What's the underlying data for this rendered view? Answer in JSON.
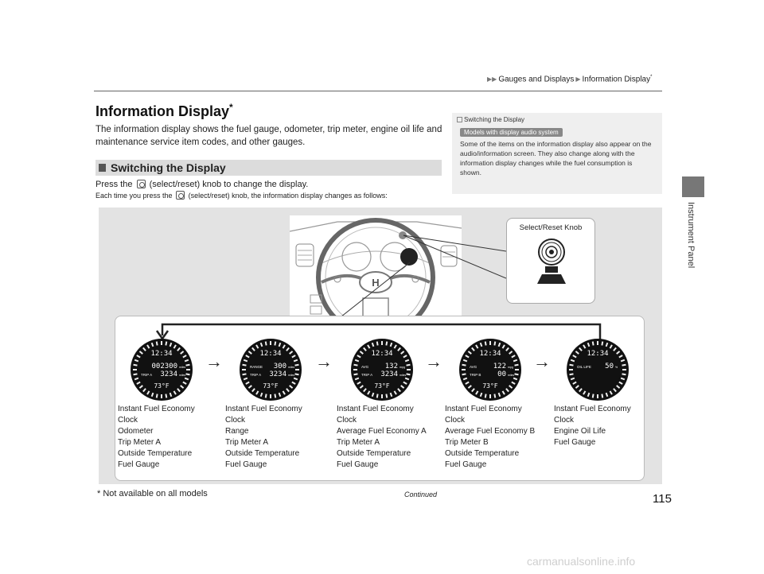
{
  "breadcrumb": {
    "part1": "Gauges and Displays",
    "part2": "Information Display",
    "mark": "*"
  },
  "side_tab": {
    "label": "Instrument Panel"
  },
  "title": {
    "text": "Information Display",
    "mark": "*"
  },
  "intro": "The information display shows the fuel gauge, odometer, trip meter, engine oil life and maintenance service item codes, and other gauges.",
  "section": {
    "heading": "Switching the Display"
  },
  "body": {
    "press_pre": "Press the",
    "press_post": "(select/reset) knob to change the display.",
    "each_pre": "Each time you press the",
    "each_post": "(select/reset) knob, the information display changes as follows:"
  },
  "sidebar": {
    "heading": "Switching the Display",
    "badge": "Models with display audio system",
    "note": "Some of the items on the information display also appear on the audio/information screen. They also change along with the information display changes while the fuel consumption is shown."
  },
  "illustration": {
    "callout_label": "Select/Reset Knob"
  },
  "gauges": [
    {
      "clock": "12:34",
      "line1_label": "",
      "line1_value": "002300",
      "unit1": "miles",
      "line2_label": "TRIP A",
      "line2_value": "3234",
      "unit2": "miles",
      "temp": "73°F"
    },
    {
      "clock": "12:34",
      "line1_label": "RANGE",
      "line1_value": "300",
      "unit1": "miles",
      "line2_label": "TRIP A",
      "line2_value": "3234",
      "unit2": "miles",
      "temp": "73°F"
    },
    {
      "clock": "12:34",
      "line1_label": "AVG",
      "line1_value": "132",
      "unit1": "mpg",
      "line2_label": "TRIP A",
      "line2_value": "3234",
      "unit2": "miles",
      "temp": "73°F"
    },
    {
      "clock": "12:34",
      "line1_label": "AVG",
      "line1_value": "122",
      "unit1": "mpg",
      "line2_label": "TRIP B",
      "line2_value": "00",
      "unit2": "miles",
      "temp": "73°F"
    },
    {
      "clock": "12:34",
      "line1_label": "OIL LIFE",
      "line1_value": "50",
      "unit1": "%",
      "line2_label": "",
      "line2_value": "",
      "unit2": "",
      "temp": ""
    }
  ],
  "features": [
    [
      "Instant Fuel Economy",
      "Clock",
      "Odometer",
      "Trip Meter A",
      "Outside Temperature",
      "Fuel Gauge"
    ],
    [
      "Instant Fuel Economy",
      "Clock",
      "Range",
      "Trip Meter A",
      "Outside Temperature",
      "Fuel Gauge"
    ],
    [
      "Instant Fuel Economy",
      "Clock",
      "Average Fuel Economy A",
      "Trip Meter A",
      "Outside Temperature",
      "Fuel Gauge"
    ],
    [
      "Instant Fuel Economy",
      "Clock",
      "Average Fuel Economy B",
      "Trip Meter B",
      "Outside Temperature",
      "Fuel Gauge"
    ],
    [
      "Instant Fuel Economy",
      "Clock",
      "Engine Oil Life",
      "Fuel Gauge"
    ]
  ],
  "footer": {
    "page_number": "115",
    "continued": "Continued",
    "footnote": "* Not available on all models",
    "watermark": "carmanualsonline.info"
  }
}
